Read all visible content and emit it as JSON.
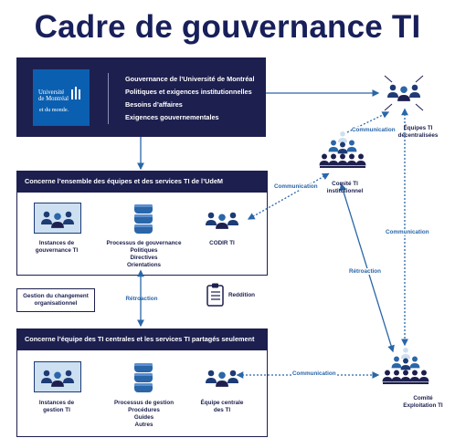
{
  "title": "Cadre de gouvernance TI",
  "logo": {
    "line1": "Université",
    "line2": "de Montréal",
    "tagline": "et du monde."
  },
  "top_items": [
    "Gouvernance de l’Université de Montréal",
    "Politiques et exigences institutionnelles",
    "Besoins d’affaires",
    "Exigences gouvernementales"
  ],
  "box1": {
    "header": "Concerne l’ensemble des équipes et des services TI de l’UdeM",
    "items": [
      {
        "lines": [
          "Instances de",
          "gouvernance TI"
        ],
        "icon": "team-icon"
      },
      {
        "lines": [
          "Processus de gouvernance",
          "Politiques",
          "Directives",
          "Orientations"
        ],
        "icon": "stack-icon"
      },
      {
        "lines": [
          "CODIR TI"
        ],
        "icon": "team-icon"
      }
    ]
  },
  "box2": {
    "header": "Concerne l’équipe des TI centrales et les services TI partagés seulement",
    "items": [
      {
        "lines": [
          "Instances de",
          "gestion TI"
        ],
        "icon": "team-icon"
      },
      {
        "lines": [
          "Processus de gestion",
          "Procédures",
          "Guides",
          "Autres"
        ],
        "icon": "stack-icon"
      },
      {
        "lines": [
          "Équipe centrale",
          "des TI"
        ],
        "icon": "team-icon"
      }
    ]
  },
  "change_mgmt": [
    "Gestion du changement",
    "organisationnel"
  ],
  "retroaction_center": "Rétroaction",
  "reddition": "Reddition",
  "nodes": {
    "equipes": [
      "Équipes TI",
      "décentralisées"
    ],
    "comite_inst": [
      "Comité TI",
      "institutionnel"
    ],
    "comite_expl": [
      "Comité",
      "Exploitation TI"
    ]
  },
  "edges": {
    "comm_top": "Communication",
    "comm_box1": "Communication",
    "comm_right": "Communication",
    "retro_right": "Rétroaction",
    "comm_bottom": "Communication"
  },
  "colors": {
    "navy": "#1d1f4f",
    "accent": "#2a66a8",
    "light": "#cde0f1"
  }
}
